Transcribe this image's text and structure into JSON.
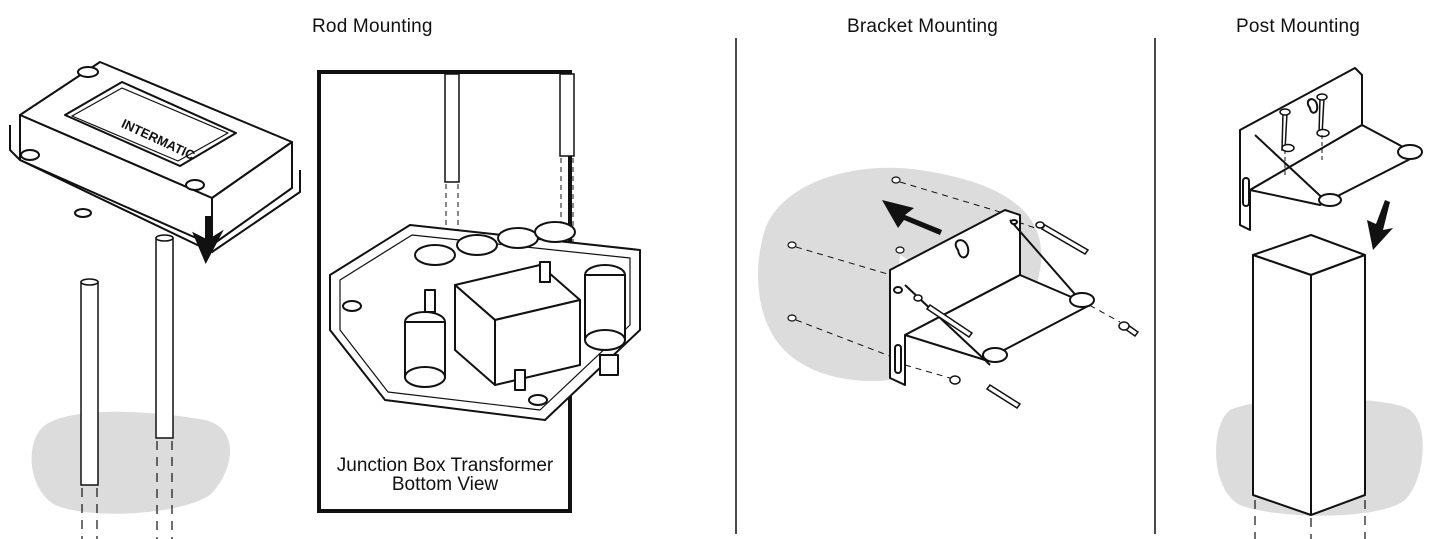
{
  "sections": {
    "rod": {
      "title": "Rod Mounting"
    },
    "bracket": {
      "title": "Bracket Mounting"
    },
    "post": {
      "title": "Post Mounting"
    }
  },
  "inset": {
    "caption_line1": "Junction Box Transformer",
    "caption_line2": "Bottom View"
  },
  "logo_text": "INTERMATIC",
  "colors": {
    "line": "#111111",
    "surface": "#dcdcdc",
    "fill": "#ffffff"
  },
  "icons": {
    "arrow": "arrow-icon"
  }
}
